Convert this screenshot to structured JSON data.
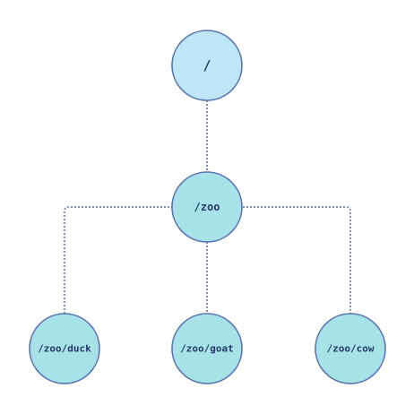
{
  "tree": {
    "root": {
      "label": "/"
    },
    "middle": {
      "label": "/zoo"
    },
    "leaves": [
      {
        "label": "/zoo/duck"
      },
      {
        "label": "/zoo/goat"
      },
      {
        "label": "/zoo/cow"
      }
    ],
    "edges": [
      {
        "from": "/",
        "to": "/zoo"
      },
      {
        "from": "/zoo",
        "to": "/zoo/duck"
      },
      {
        "from": "/zoo",
        "to": "/zoo/goat"
      },
      {
        "from": "/zoo",
        "to": "/zoo/cow"
      }
    ]
  },
  "colors": {
    "root_fill": "#bde6f6",
    "child_fill": "#a6e2e8",
    "node_stroke": "#5a73b3",
    "edge": "#7a8fc8",
    "label": "#243a6b"
  }
}
